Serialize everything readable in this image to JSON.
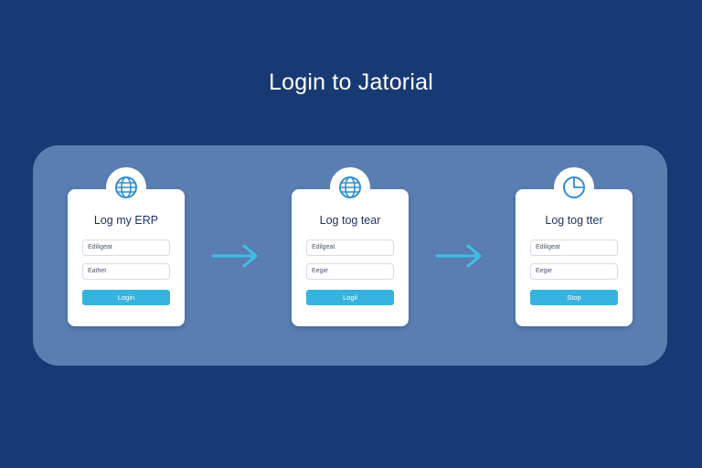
{
  "page": {
    "title": "Login to Jatorial"
  },
  "colors": {
    "background": "#183a74",
    "panel": "#5a7eb1",
    "accent": "#36b4df",
    "card_title": "#1d3461"
  },
  "cards": [
    {
      "icon": "globe-icon",
      "title": "Log my ERP",
      "username_value": "Ediligeat",
      "password_value": "Eathet",
      "button_label": "Login"
    },
    {
      "icon": "globe-icon",
      "title": "Log tog tear",
      "username_value": "Edilgeat",
      "password_value": "Eegie",
      "button_label": "Logil"
    },
    {
      "icon": "clock-icon",
      "title": "Log tog tter",
      "username_value": "Ediligeat",
      "password_value": "Eegie",
      "button_label": "Stop"
    }
  ],
  "connectors": [
    "arrow-right-icon",
    "arrow-right-icon"
  ]
}
